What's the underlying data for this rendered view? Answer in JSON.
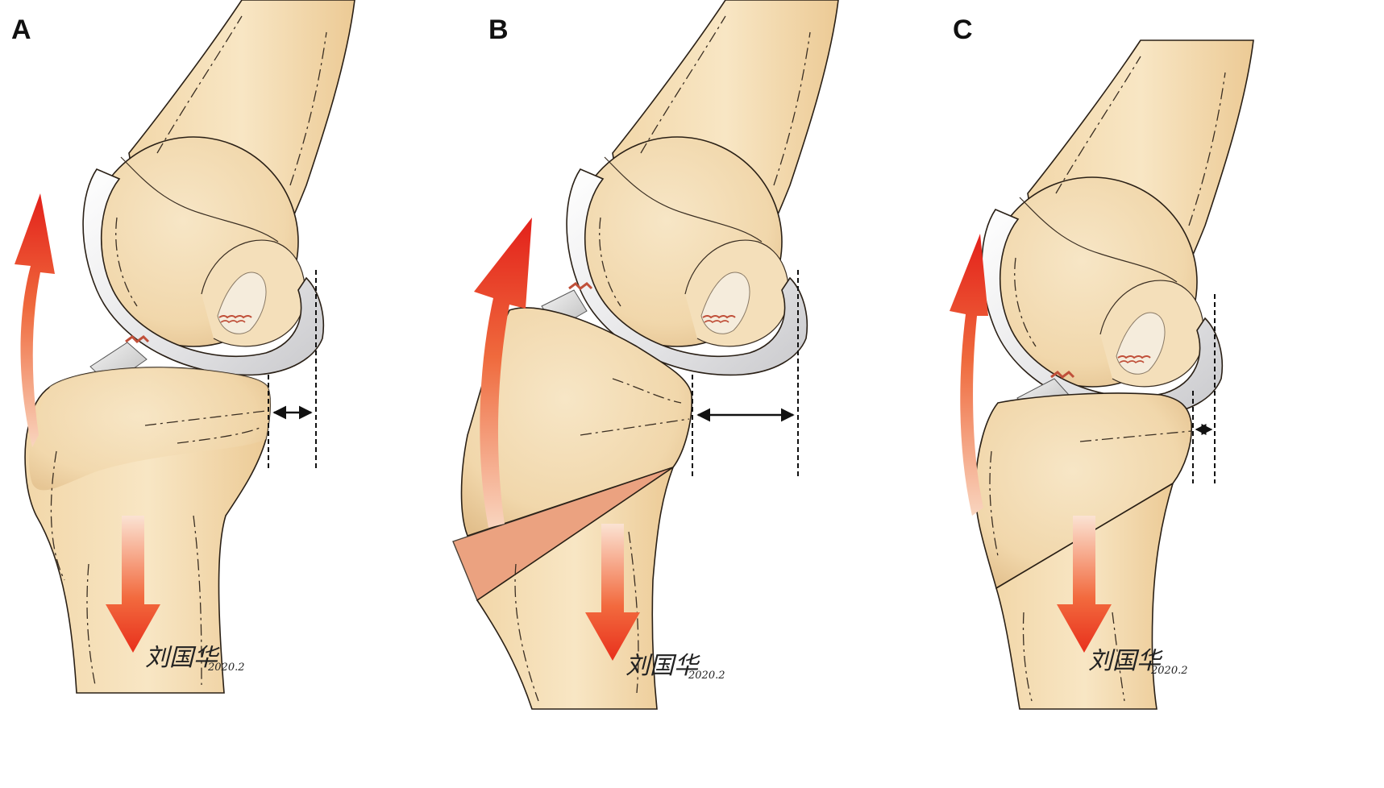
{
  "figure": {
    "panels": [
      {
        "label": "A",
        "signature": "刘国华",
        "signature_date": "2020.2"
      },
      {
        "label": "B",
        "signature": "刘国华",
        "signature_date": "2020.2"
      },
      {
        "label": "C",
        "signature": "刘国华",
        "signature_date": "2020.2"
      }
    ],
    "colors": {
      "bone": "#f3dcb3",
      "bone_shadow": "#e6c592",
      "cartilage": "#e9e9ea",
      "arrow_red": "#e8281c",
      "arrow_fade": "#f6c2a2",
      "wedge": "#e8926a"
    },
    "icons": [
      "femur",
      "tibia",
      "meniscus",
      "ligament",
      "up-arrow",
      "down-arrow",
      "double-arrow",
      "dashed-guide"
    ]
  }
}
